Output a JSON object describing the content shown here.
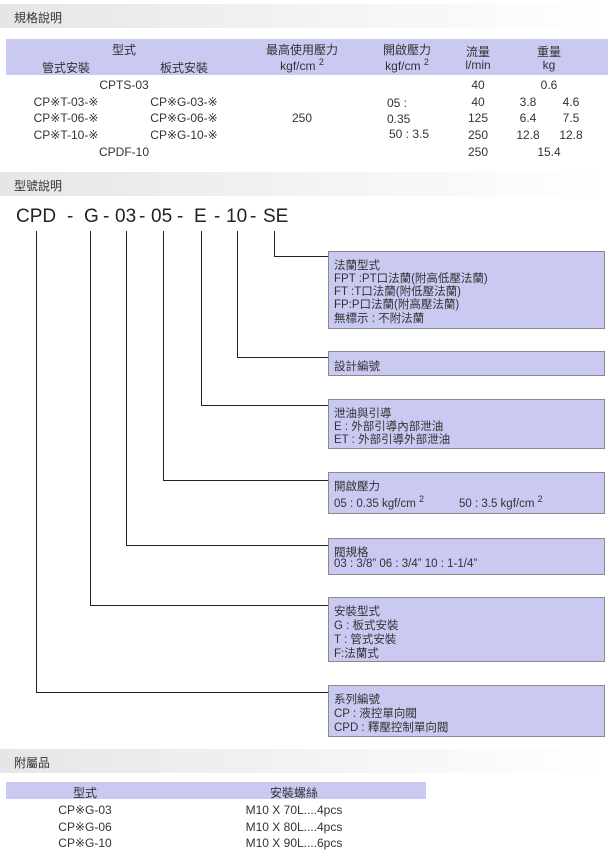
{
  "spec_section": {
    "title": "規格說明"
  },
  "spec_table": {
    "header": {
      "model": "型式",
      "pipe_mount": "管式安裝",
      "plate_mount": "板式安裝",
      "max_pressure": "最高使用壓力",
      "max_pressure_unit": "kgf/cm",
      "crack_pressure": "開啟壓力",
      "crack_pressure_unit": "kgf/cm",
      "sup2": "2",
      "flow": "流量",
      "flow_unit": "l/min",
      "weight": "重量",
      "weight_unit": "kg"
    },
    "rows": {
      "cpts": {
        "model": "CPTS-03",
        "flow": "40",
        "weight": "0.6"
      },
      "r06": {
        "pipe": "CP※T-03-※",
        "plate": "CP※G-03-※",
        "flow": "40",
        "w1": "3.8",
        "w2": "4.6"
      },
      "r10": {
        "pipe": "CP※T-06-※",
        "plate": "CP※G-06-※",
        "flow": "125",
        "w1": "6.4",
        "w2": "7.5"
      },
      "r20": {
        "pipe": "CP※T-10-※",
        "plate": "CP※G-10-※",
        "flow": "250",
        "w1": "12.8",
        "w2": "12.8"
      },
      "cpdf": {
        "model": "CPDF-10",
        "flow": "250",
        "weight": "15.4"
      }
    },
    "max_pressure_value": "250",
    "crack": {
      "a": "05 :",
      "b": "0.35",
      "c": "50 : 3.5"
    }
  },
  "model_section": {
    "title": "型號說明"
  },
  "model_code": {
    "cpd": "CPD",
    "d1": "-",
    "g": "G",
    "d2": "-",
    "size": "03",
    "d3": "-",
    "crack": "05",
    "d4": "-",
    "e": "E",
    "d5": "-",
    "design": "10",
    "d6": "-",
    "se": "SE"
  },
  "boxes": {
    "flange": {
      "title": "法蘭型式",
      "l1": "FPT :PT口法蘭(附高低壓法蘭)",
      "l2": "FT :T口法蘭(附低壓法蘭)",
      "l3": "FP:P口法蘭(附高壓法蘭)",
      "l4": "無標示 : 不附法蘭"
    },
    "design": {
      "title": "設計編號"
    },
    "drain": {
      "title": "泄油與引導",
      "l1": "E : 外部引導內部泄油",
      "l2": "ET : 外部引導外部泄油"
    },
    "crack": {
      "title": "開啟壓力",
      "l1a": "05 : 0.35 kgf/cm",
      "l1b": "50 : 3.5 kgf/cm",
      "sup": "2"
    },
    "size": {
      "title": "閥規格",
      "l1": "03 : 3/8”   06 : 3/4”   10 : 1-1/4”"
    },
    "mount": {
      "title": "安裝型式",
      "l1": "G : 板式安裝",
      "l2": "T : 管式安裝",
      "l3": "F:法蘭式"
    },
    "series": {
      "title": "系列編號",
      "l1": "CP : 液控單向閥",
      "l2": "CPD : 釋壓控制單向閥"
    }
  },
  "acc_section": {
    "title": "附屬品"
  },
  "acc_table": {
    "header": {
      "model": "型式",
      "bolt": "安裝螺絲"
    },
    "rows": [
      {
        "model": "CP※G-03",
        "bolt": "M10 X 70L....4pcs"
      },
      {
        "model": "CP※G-06",
        "bolt": "M10 X 80L....4pcs"
      },
      {
        "model": "CP※G-10",
        "bolt": "M10 X 90L....6pcs"
      }
    ]
  }
}
